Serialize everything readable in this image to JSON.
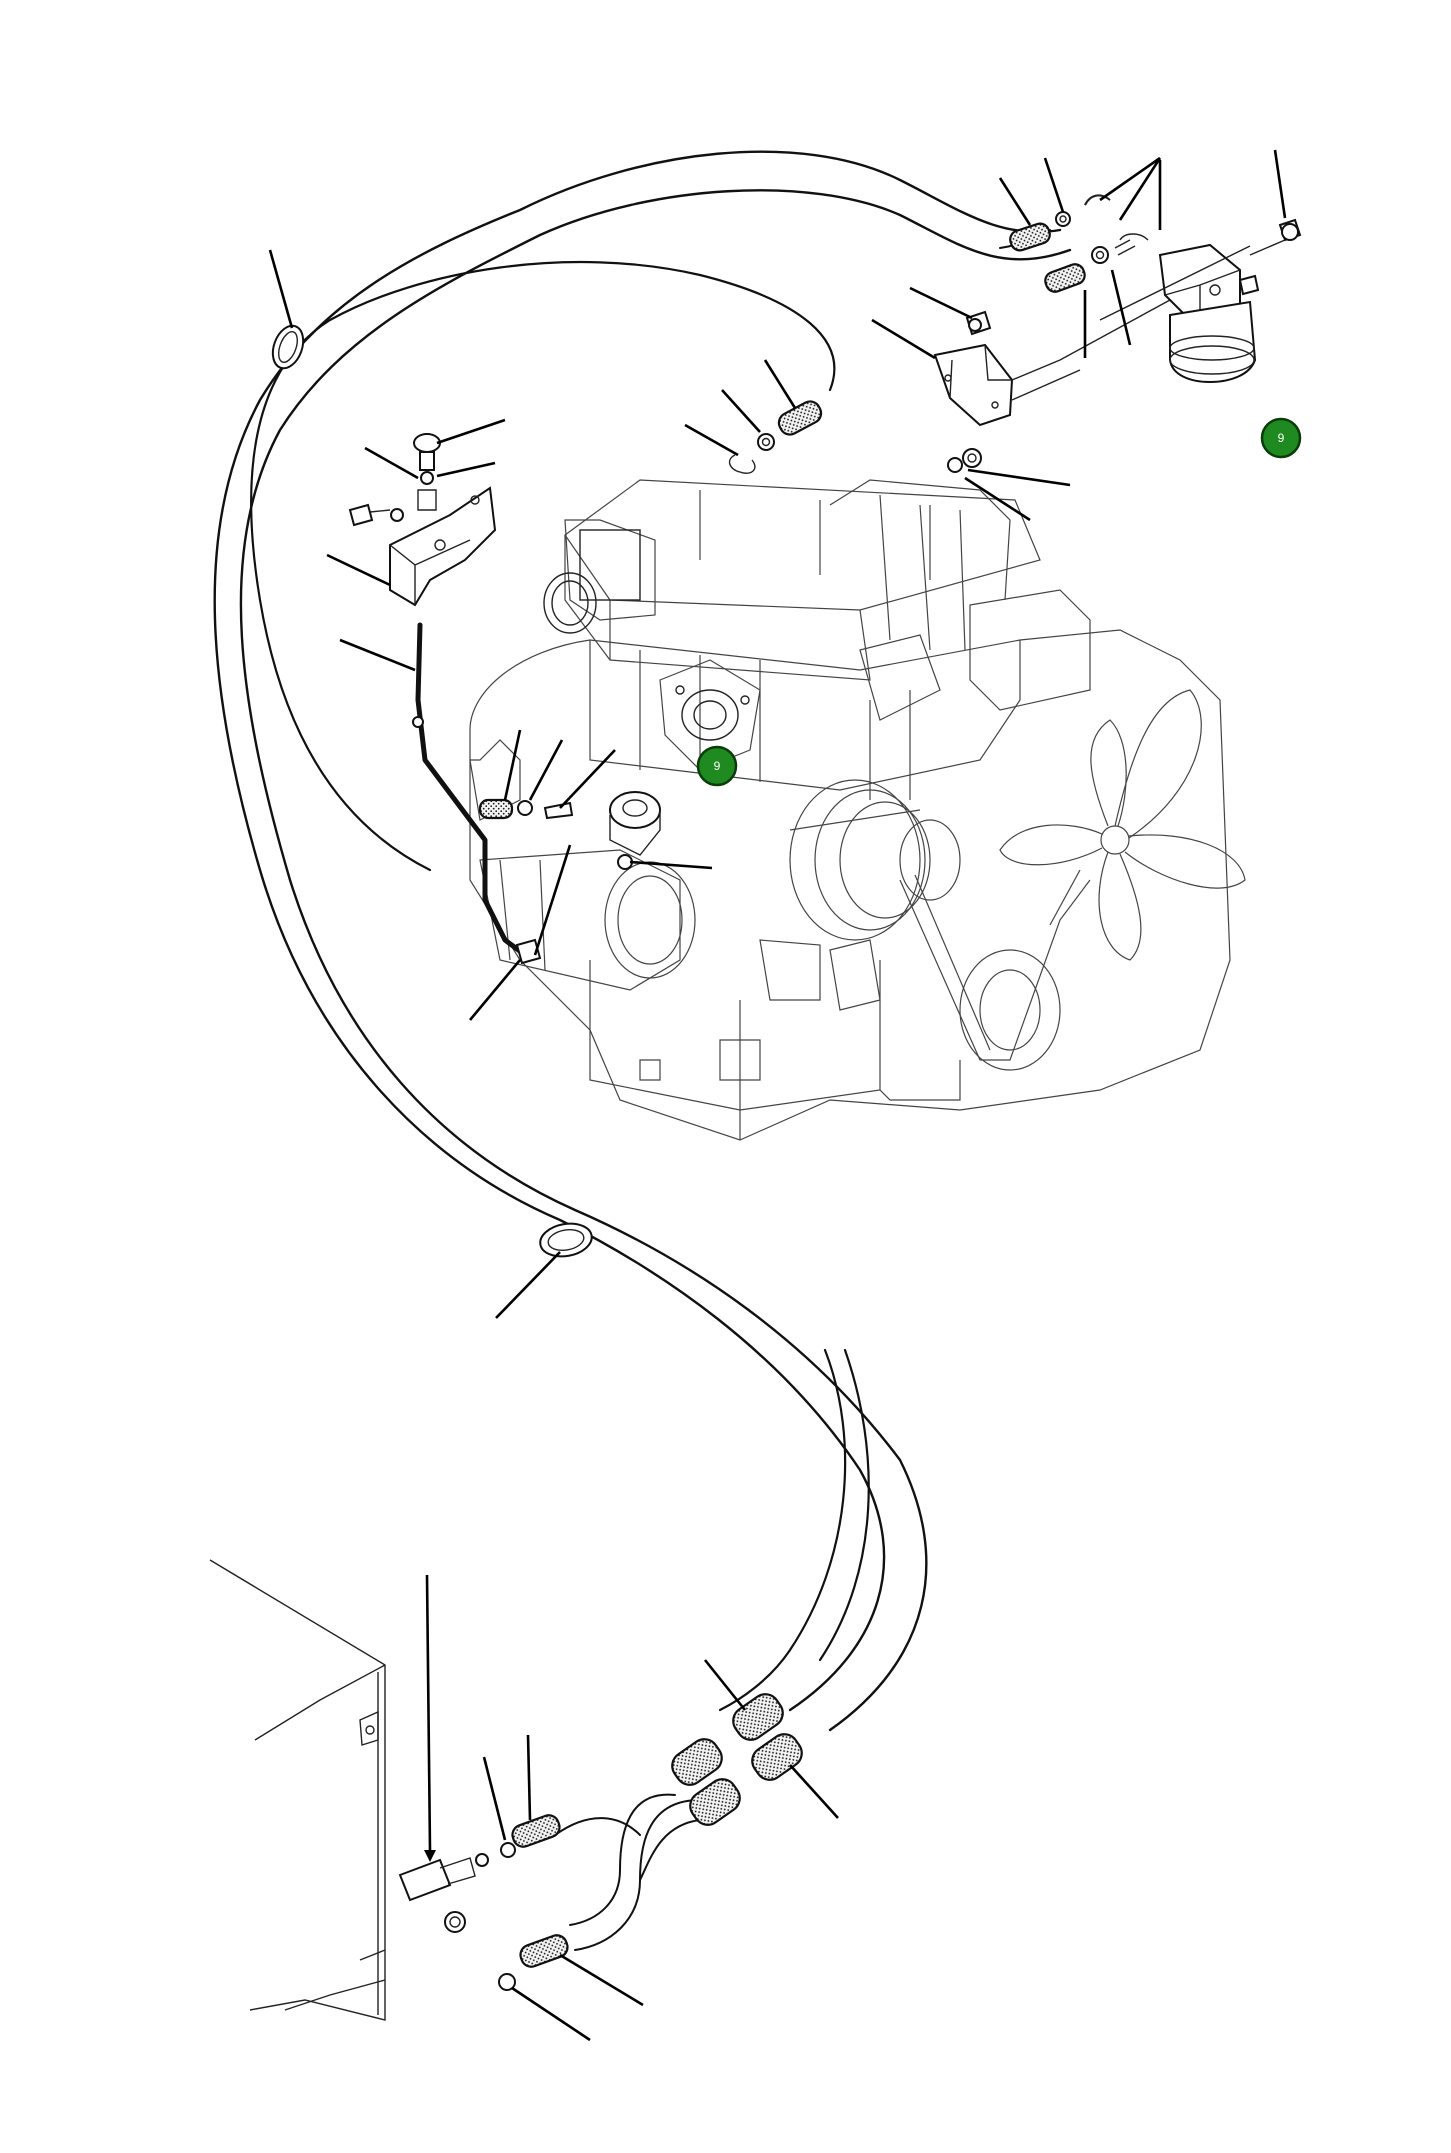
{
  "figure": {
    "callouts": [
      {
        "id": "callout-fuel-filter",
        "label": "9"
      },
      {
        "id": "callout-engine-block",
        "label": "9"
      }
    ]
  }
}
